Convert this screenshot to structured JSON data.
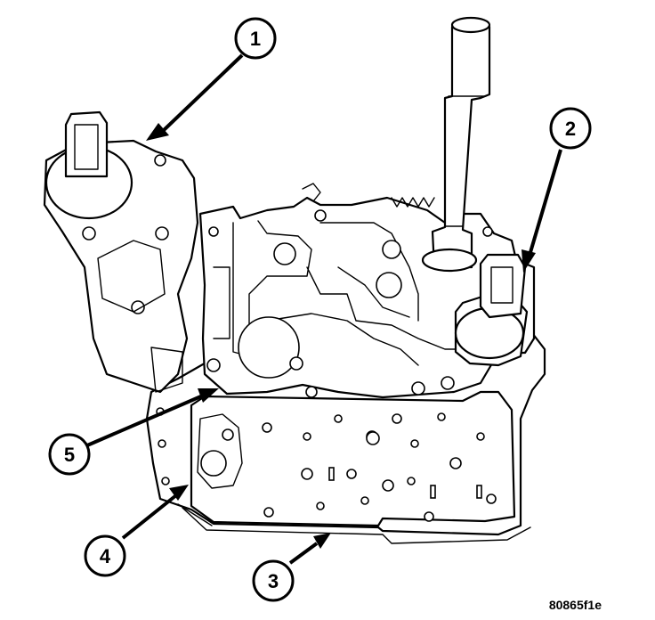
{
  "callouts": [
    {
      "label": "1"
    },
    {
      "label": "2"
    },
    {
      "label": "3"
    },
    {
      "label": "4"
    },
    {
      "label": "5"
    }
  ],
  "figure_code": "80865f1e"
}
